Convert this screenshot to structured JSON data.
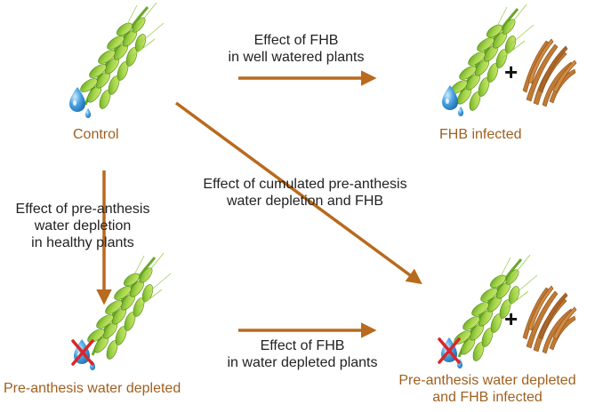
{
  "nodes": {
    "control": "Control",
    "fhb_infected": "FHB infected",
    "water_depleted": "Pre-anthesis water depleted",
    "combined": [
      "Pre-anthesis water depleted",
      "and FHB infected"
    ]
  },
  "edges": {
    "fhb_well_watered": [
      "Effect of FHB",
      "in well watered plants"
    ],
    "water_depletion_healthy": [
      "Effect of pre-anthesis",
      "water depletion",
      "in healthy plants"
    ],
    "cumulated": [
      "Effect of cumulated pre-anthesis",
      "water depletion and FHB"
    ],
    "fhb_water_depleted": [
      "Effect of FHB",
      "in water depleted plants"
    ]
  },
  "colors": {
    "arrow": "#b86a1e",
    "node_label": "#a0601f",
    "edge_label": "#222222",
    "wheat": "#8cc63f",
    "water_drop": "#3a9ad9",
    "cross": "#d9262c",
    "fungus": "#b8742c"
  },
  "icons": [
    "wheat-ear-icon",
    "water-drop-icon",
    "plus-icon",
    "fungal-spikelets-icon",
    "red-cross-icon"
  ],
  "plus_symbol": "+"
}
